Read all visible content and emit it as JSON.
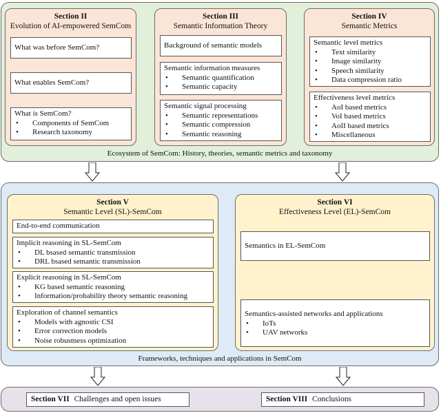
{
  "top": {
    "caption": "Ecosystem of SemCom: History, theories, semantic metrics and taxonomy",
    "section2": {
      "num": "Section II",
      "name": "Evolution of AI-empowered SemCom",
      "box1": "What was before SemCom?",
      "box2": "What enables SemCom?",
      "box3_title": "What is SemCom?",
      "box3_items": [
        "Components of SemCom",
        "Research taxonomy"
      ]
    },
    "section3": {
      "num": "Section III",
      "name": "Semantic Information Theory",
      "box1": "Background of semantic models",
      "box2_title": "Semantic information measures",
      "box2_items": [
        "Semantic quantification",
        "Semantic capacity"
      ],
      "box3_title": "Semantic signal processing",
      "box3_items": [
        "Semantic representations",
        "Semantic compression",
        "Semantic reasoning"
      ]
    },
    "section4": {
      "num": "Section IV",
      "name": "Semantic Metrics",
      "box1_title": "Semantic level metrics",
      "box1_items": [
        "Text similarity",
        "Image similarity",
        "Speech similarity",
        "Data compression ratio"
      ],
      "box2_title": "Effectiveness level metrics",
      "box2_items": [
        "AoI based metrics",
        "VoI based metrics",
        "AoII based metrics",
        "Miscellaneous"
      ]
    }
  },
  "middle": {
    "caption": "Frameworks, techniques and applications in SemCom",
    "section5": {
      "num": "Section V",
      "name": "Semantic Level (SL)-SemCom",
      "box1": "End-to-end communication",
      "box2_title": "Implicit reasoning in SL-SemCom",
      "box2_items": [
        "DL bsased semantic transmission",
        "DRL bsased semantic transmission"
      ],
      "box3_title": "Explicit reasoning in SL-SemCom",
      "box3_items": [
        "KG  based semantic reasoning",
        "Information/probability theory semantic reasoning"
      ],
      "box4_title": "Exploration of channel semantics",
      "box4_items": [
        "Models with agnostic CSI",
        "Error correction models",
        "Noise robustness optimization"
      ]
    },
    "section6": {
      "num": "Section VI",
      "name": "Effectiveness Level (EL)-SemCom",
      "box1": "Semantics in EL-SemCom",
      "box2_title": "Semantics-assisted networks and applications",
      "box2_items": [
        "IoTs",
        "UAV networks"
      ]
    }
  },
  "bottom": {
    "section7": {
      "num": "Section VII",
      "name": "Challenges and open issues"
    },
    "section8": {
      "num": "Section VIII",
      "name": "Conclusions"
    }
  },
  "colors": {
    "top_bg": "#e2efda",
    "section_top_bg": "#fbe5d6",
    "middle_bg": "#deebf7",
    "section_mid_bg": "#fff2cc",
    "bottom_bg": "#e6e1ea",
    "border": "#6b6b6b"
  }
}
